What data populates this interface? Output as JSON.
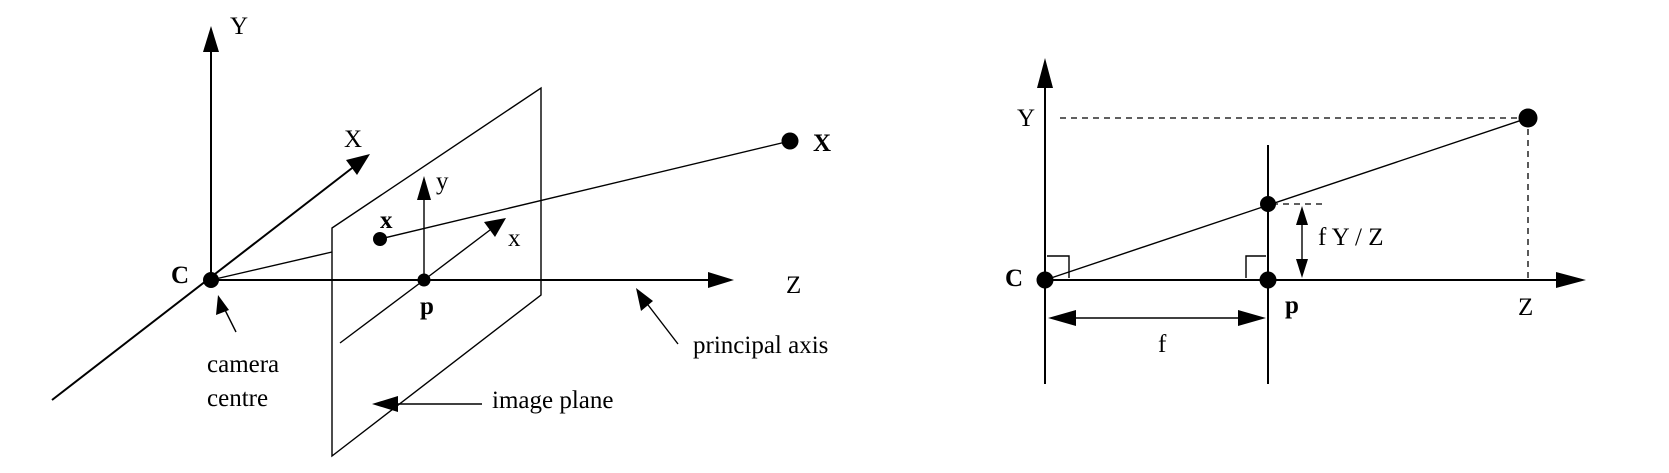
{
  "left_diagram": {
    "axis_Y": "Y",
    "axis_X": "X",
    "axis_Z": "Z",
    "camera_centre_point": "C",
    "principal_point": "p",
    "image_point": "x",
    "world_point": "X",
    "image_axis_y": "y",
    "image_axis_x": "x",
    "camera_centre_line1": "camera",
    "camera_centre_line2": "centre",
    "image_plane_label": "image plane",
    "principal_axis_label": "principal axis"
  },
  "right_diagram": {
    "axis_Y": "Y",
    "axis_Z": "Z",
    "camera_centre_point": "C",
    "principal_point": "p",
    "focal_length": "f",
    "projection_formula": "f Y / Z"
  }
}
